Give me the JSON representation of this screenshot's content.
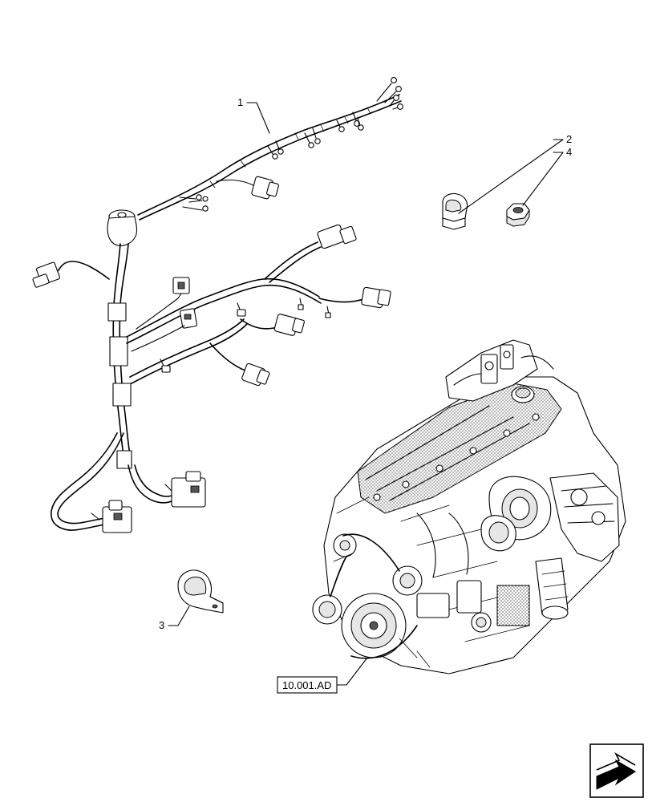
{
  "callouts": {
    "c1": "1",
    "c2": "2",
    "c3": "3",
    "c4": "4"
  },
  "reference": {
    "label": "10.001.AD"
  },
  "icons": {
    "navigation": "next-page-arrow-icon"
  }
}
